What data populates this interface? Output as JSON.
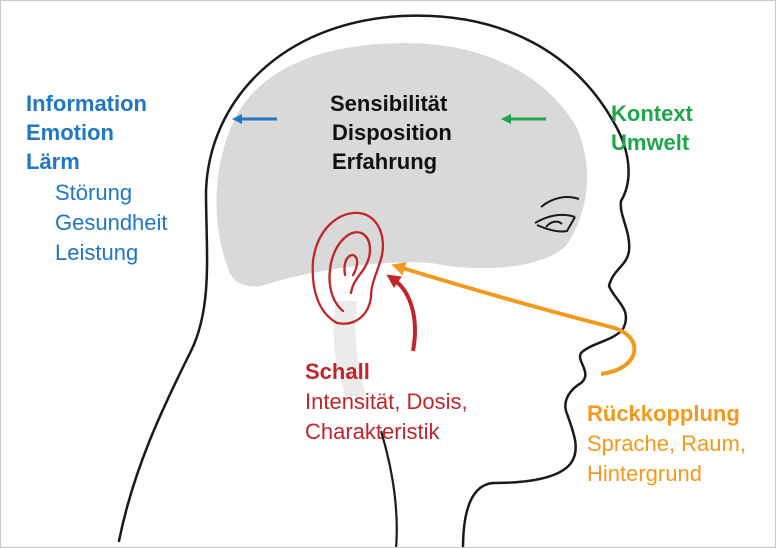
{
  "diagram": {
    "center_labels": [
      "Sensibilität",
      "Disposition",
      "Erfahrung"
    ],
    "left_group": {
      "primary": [
        "Information",
        "Emotion",
        "Lärm"
      ],
      "secondary": [
        "Störung",
        "Gesundheit",
        "Leistung"
      ],
      "color": "#2077c4"
    },
    "right_group": {
      "primary": [
        "Kontext",
        "Umwelt"
      ],
      "color": "#1fa64a"
    },
    "sound": {
      "title": "Schall",
      "lines": [
        "Intensität, Dosis,",
        "Charakteristik"
      ],
      "color": "#c0262b"
    },
    "feedback": {
      "title": "Rückkopplung",
      "lines": [
        "Sprache, Raum,",
        "Hintergrund"
      ],
      "color": "#f39a1e"
    },
    "colors": {
      "brain_fill": "#d9d9d9",
      "outline": "#1a1a1a"
    }
  }
}
